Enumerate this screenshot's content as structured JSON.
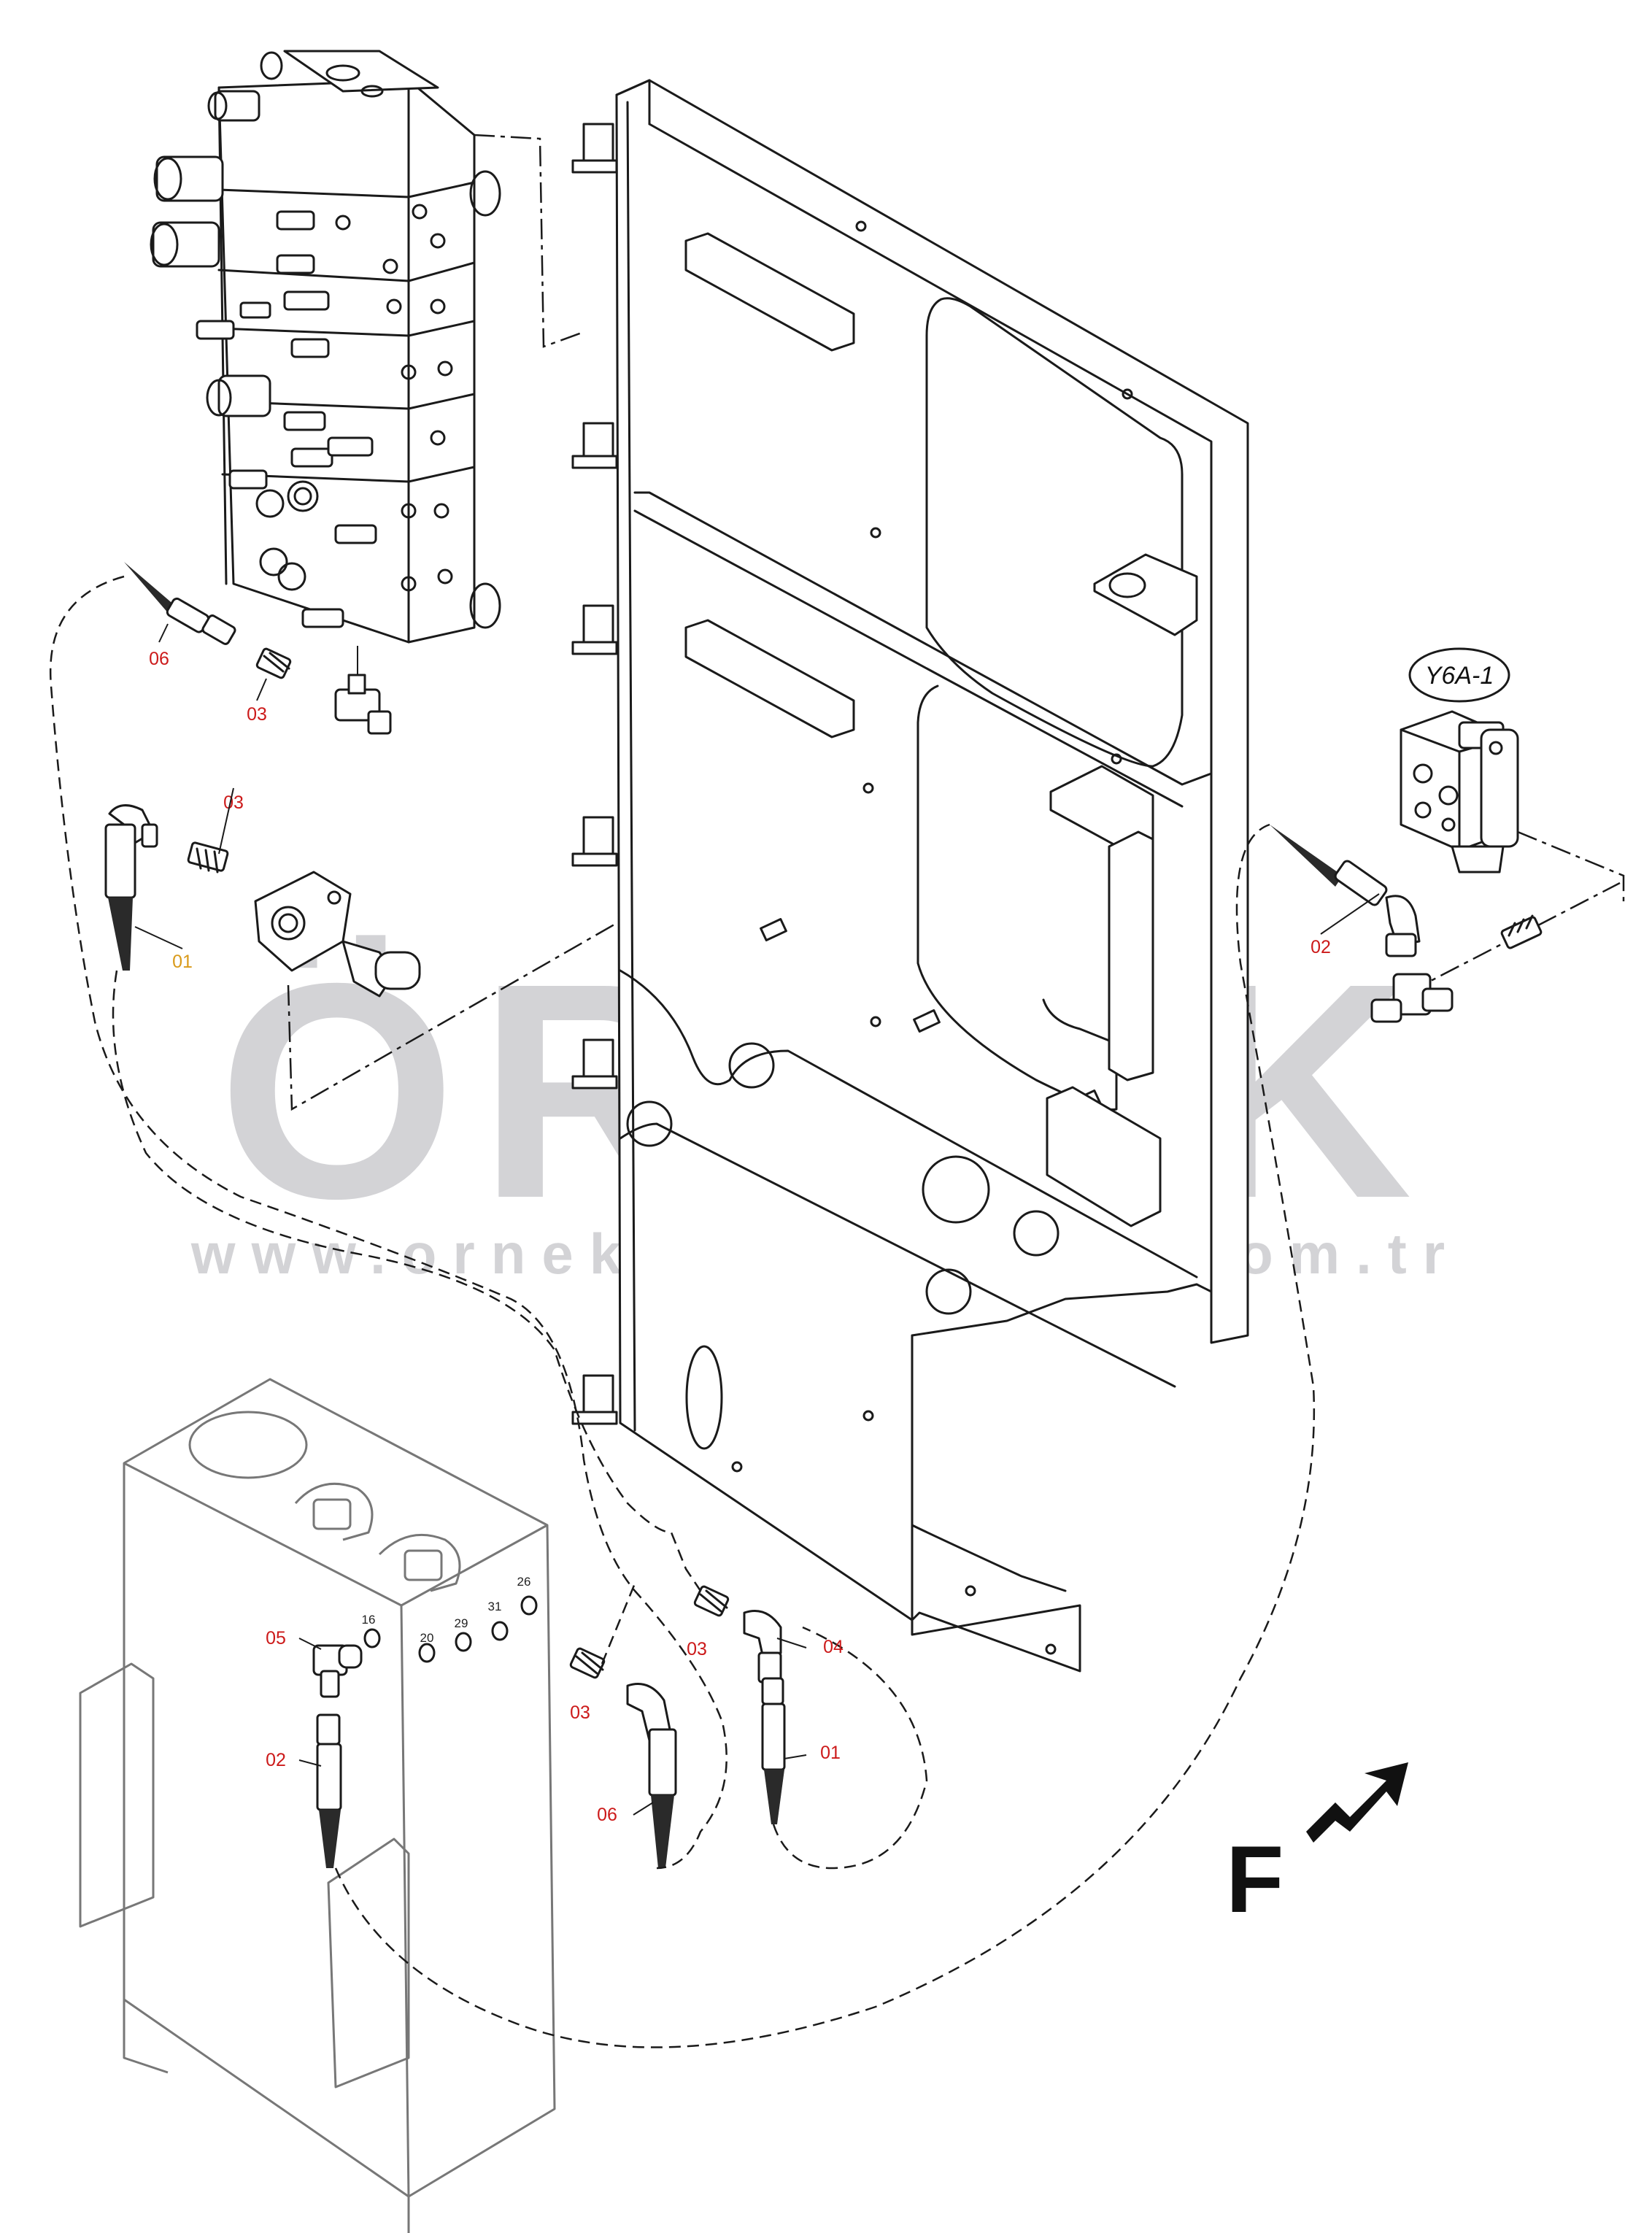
{
  "watermark": {
    "brand": "ÖRNEK",
    "url": "www.ornekismakinalari.com.tr"
  },
  "callout_label": "Y6A-1",
  "direction_label": "F",
  "part_refs": {
    "top_hose": "06",
    "top_adapter": "03",
    "left_adapter": "03",
    "left_hose": "01",
    "right_hose": "02",
    "tank_tee": "05",
    "tank_hose": "02",
    "tank_adapter_a": "03",
    "tank_hose_b": "06",
    "tank_adapter_b": "03",
    "tank_elbow": "04",
    "tank_hose_c": "01"
  },
  "port_numbers": {
    "p16": "16",
    "p20": "20",
    "p29": "29",
    "p31": "31",
    "p26": "26"
  },
  "colors": {
    "ref_red": "#cc1a1a",
    "ref_gold": "#d99a1a",
    "watermark_gray": "#d3d3d6",
    "line": "#1a1a1a"
  }
}
